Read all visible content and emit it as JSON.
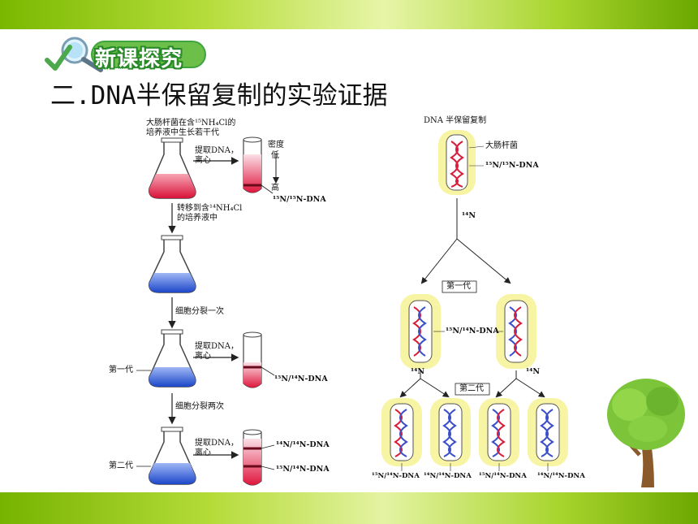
{
  "badge": {
    "text": "新课探究",
    "icon": "magnifier-check-icon"
  },
  "title": "二.DNA半保留复制的实验证据",
  "left": {
    "grow_caption_1": "大肠杆菌在含¹⁵NH₄Cl的",
    "grow_caption_2": "培养液中生长若干代",
    "extract_1": "提取DNA，",
    "centrifuge_1": "离心",
    "density": "密度",
    "low": "低",
    "high": "高",
    "band_15_15": "¹⁵N/¹⁵N-DNA",
    "transfer_1": "转移到含¹⁴NH₄Cl",
    "transfer_2": "的培养液中",
    "divide_once": "细胞分裂一次",
    "extract_2": "提取DNA，",
    "centrifuge_2": "离心",
    "gen1": "第一代",
    "band_15_14": "¹⁵N/¹⁴N-DNA",
    "divide_twice": "细胞分裂两次",
    "extract_3": "提取DNA，",
    "centrifuge_3": "离心",
    "gen2": "第二代",
    "band_14_14": "¹⁴N/¹⁴N-DNA",
    "band_15_14_b": "¹⁵N/¹⁴N-DNA"
  },
  "right": {
    "heading": "DNA 半保留复制",
    "ecoli": "大肠杆菌",
    "parent_dna": "¹⁵N/¹⁵N-DNA",
    "n14_top": "¹⁴N",
    "gen1_box": "第一代",
    "gen1_dna": "¹⁵N/¹⁴N-DNA",
    "n14_left": "¹⁴N",
    "n14_right": "¹⁴N",
    "gen2_box": "第二代",
    "gen2_labels": [
      "¹⁵N/¹⁴N-DNA",
      "¹⁴N/¹⁴N-DNA",
      "¹⁵N/¹⁴N-DNA",
      "¹⁴N/¹⁴N-DNA"
    ]
  },
  "colors": {
    "heavy_strand": "#d81e3a",
    "light_strand": "#3a4fc8",
    "cell_glow": "#f4f08a",
    "heavy_medium": "#e8234a",
    "light_medium": "#2a57d6"
  }
}
